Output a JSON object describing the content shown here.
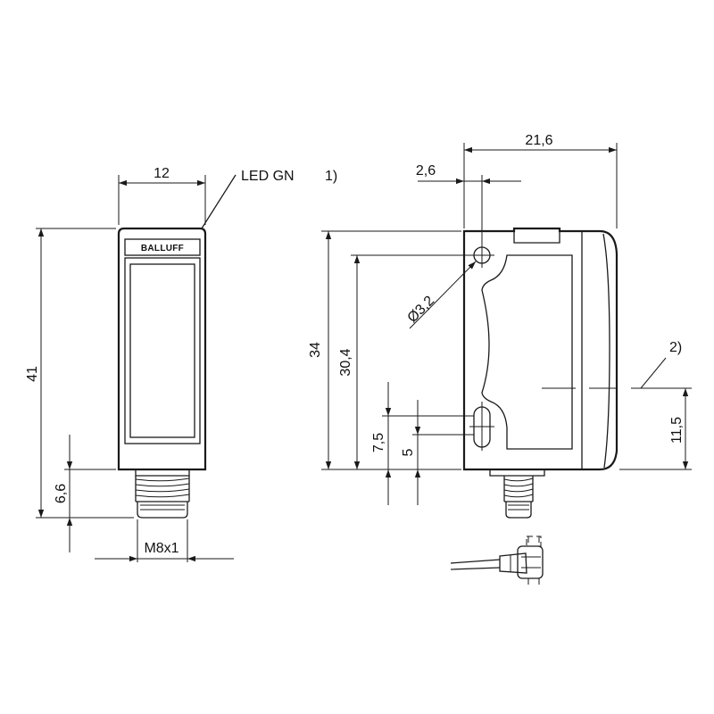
{
  "brand": "BALLUFF",
  "led_label": "LED GN",
  "note_1": "1)",
  "note_2": "2)",
  "dimensions": {
    "width_front": "12",
    "height_total": "41",
    "connector_length": "6,6",
    "thread": "M8x1",
    "width_side": "21,6",
    "hole_offset": "2,6",
    "height_body": "34",
    "hole_spacing": "30,4",
    "hole_diameter": "Ø3,2",
    "slot_height": "7,5",
    "slot_width": "5",
    "axis_height": "11,5"
  }
}
